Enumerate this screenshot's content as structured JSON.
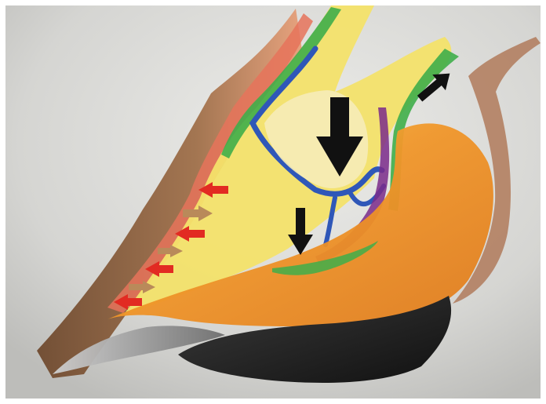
{
  "image": {
    "kind": "hand-drawn colored-pencil anatomical illustration",
    "frame_color": "#ffffff",
    "paper_color": "#d9d9d6"
  },
  "colors": {
    "outer_wall_brown": "#8a5a3a",
    "lamina_red": "#e03a2a",
    "laminar_yellow": "#f2de55",
    "green_tissue": "#3fae4a",
    "blue_vessel": "#2f57b8",
    "purple_tissue": "#7a2a8a",
    "orange_tissue": "#f09a2a",
    "sole_black": "#1e1e1e",
    "sole_gray": "#8c8c8c",
    "arrow_black": "#111111",
    "arrow_red": "#e22b22",
    "arrow_tan": "#b98a5a"
  },
  "arrows": {
    "large_downward_black": {
      "color": "#111111",
      "direction": "down"
    },
    "small_downward_black": {
      "color": "#111111",
      "direction": "down"
    },
    "diagonal_black": {
      "color": "#111111",
      "direction": "up-right"
    },
    "wall_series": [
      {
        "color": "#e22b22",
        "direction": "left"
      },
      {
        "color": "#b98a5a",
        "direction": "right"
      },
      {
        "color": "#e22b22",
        "direction": "left"
      },
      {
        "color": "#b98a5a",
        "direction": "right"
      },
      {
        "color": "#e22b22",
        "direction": "left"
      },
      {
        "color": "#b98a5a",
        "direction": "right"
      },
      {
        "color": "#e22b22",
        "direction": "left"
      }
    ]
  }
}
